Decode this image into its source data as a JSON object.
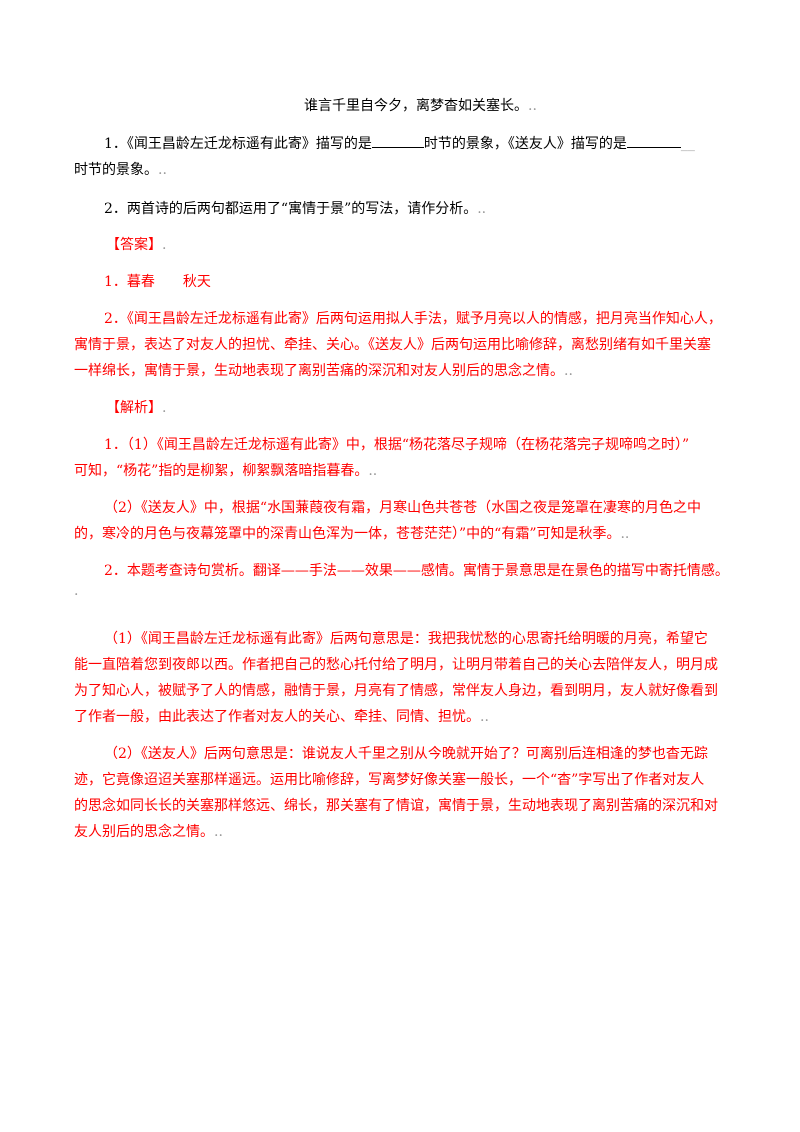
{
  "poem_line": "谁言千里自今夕，离梦杳如关塞长。",
  "q1": {
    "a": "1．《闻王昌龄左迁龙标遥有此寄》描写的是",
    "b": "时节的景象，《送友人》描写的是",
    "c": "时节的景象。"
  },
  "q2": "2．两首诗的后两句都运用了“寓情于景”的写法，请作分析。",
  "answer_heading": "【答案】",
  "answer_1": "1．暮春　　秋天",
  "answer_2": {
    "l1": "2．《闻王昌龄左迁龙标遥有此寄》后两句运用拟人手法，赋予月亮以人的情感，把月亮当作知心人，",
    "l2": "寓情于景，表达了对友人的担忧、牵挂、关心。《送友人》后两句运用比喻修辞，离愁别绪有如千里关塞",
    "l3": "一样绵长，寓情于景，生动地表现了离别苦痛的深沉和对友人别后的思念之情。"
  },
  "analysis_heading": "【解析】",
  "analysis_1": {
    "l1": "1．（1）《闻王昌龄左迁龙标遥有此寄》中，根据“杨花落尽子规啼（在杨花落完子规啼鸣之时）”",
    "l2": "可知，“杨花”指的是柳絮，柳絮飘落暗指暮春。"
  },
  "analysis_2": {
    "l1": "（2）《送友人》中，根据“水国蒹葭夜有霜，月寒山色共苍苍（水国之夜是笼罩在凄寒的月色之中",
    "l2": "的，寒冷的月色与夜幕笼罩中的深青山色浑为一体，苍苍茫茫）”中的“有霜”可知是秋季。"
  },
  "analysis_3": "2．本题考查诗句赏析。翻译——手法——效果——感情。寓情于景意思是在景色的描写中寄托情感。",
  "para_1": {
    "l1": "（1）《闻王昌龄左迁龙标遥有此寄》后两句意思是：我把我忧愁的心思寄托给明暖的月亮，希望它",
    "l2": "能一直陪着您到夜郎以西。作者把自己的愁心托付给了明月，让明月带着自己的关心去陪伴友人，明月成",
    "l3": "为了知心人，被赋予了人的情感，融情于景，月亮有了情感，常伴友人身边，看到明月，友人就好像看到",
    "l4": "了作者一般，由此表达了作者对友人的关心、牵挂、同情、担忧。"
  },
  "para_2": {
    "l1": "（2）《送友人》后两句意思是：谁说友人千里之别从今晚就开始了？可离别后连相逢的梦也杳无踪",
    "l2": "迹，它竟像迢迢关塞那样遥远。运用比喻修辞，写离梦好像关塞一般长，一个“杳”字写出了作者对友人",
    "l3": "的思念如同长长的关塞那样悠远、绵长，那关塞有了情谊，寓情于景，生动地表现了离别苦痛的深沉和对",
    "l4": "友人别后的思念之情。"
  }
}
